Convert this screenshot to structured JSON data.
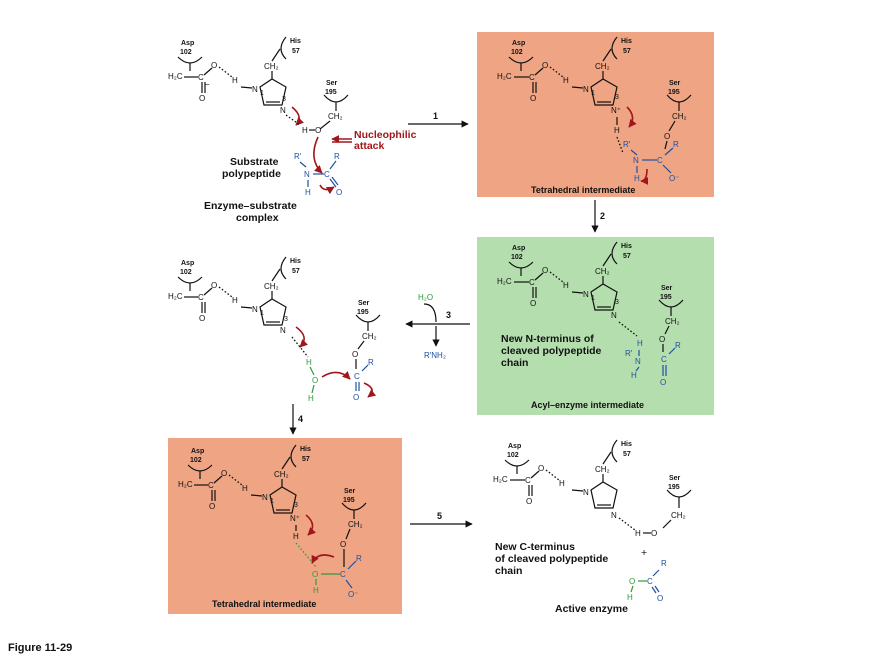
{
  "figure_label": "Figure 11-29",
  "colors": {
    "salmon_panel": "#efa583",
    "green_panel": "#b5deaf",
    "red_text": "#a0161b",
    "blue_text": "#1f4fa0",
    "green_text": "#2e9a3c"
  },
  "residues": {
    "asp": "Asp",
    "asp_num": "102",
    "his": "His",
    "his_num": "57",
    "ser": "Ser",
    "ser_num": "195"
  },
  "atoms": {
    "h2c": "H₂C",
    "ch2": "CH₂",
    "c": "C",
    "o": "O",
    "o_minus": "O⁻",
    "h": "H",
    "n": "N",
    "n_plus": "N⁺",
    "r": "R",
    "r_prime": "R′",
    "minus": "−",
    "ring1": "1",
    "ring3": "3",
    "plus": "+"
  },
  "panels": {
    "complex": {
      "substrate": [
        "Substrate",
        "polypeptide"
      ],
      "caption": [
        "Enzyme–substrate",
        "complex"
      ],
      "attack": [
        "Nucleophilic",
        "attack"
      ]
    },
    "tetra1": {
      "caption": "Tetrahedral intermediate"
    },
    "acyl": {
      "note": [
        "New N-terminus of",
        "cleaved polypeptide",
        "chain"
      ],
      "caption": "Acyl–enzyme intermediate"
    },
    "water": {
      "o": "O",
      "h": "H"
    },
    "tetra2": {
      "caption": "Tetrahedral intermediate"
    },
    "active": {
      "note": [
        "New C-terminus",
        "of cleaved polypeptide",
        "chain"
      ],
      "caption": "Active enzyme"
    }
  },
  "steps": {
    "s1": "1",
    "s2": "2",
    "s3": "3",
    "s4": "4",
    "s5": "5",
    "h2o": "H₂O",
    "amine": "R′NH₂"
  }
}
